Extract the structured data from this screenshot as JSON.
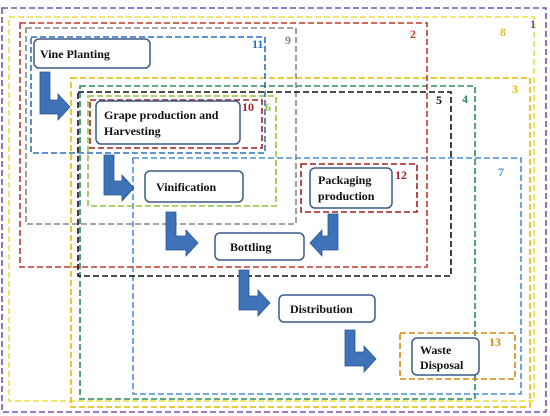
{
  "nodes": {
    "vine_planting": "Vine Planting",
    "grape_line1": "Grape production and",
    "grape_line2": "Harvesting",
    "vinification": "Vinification",
    "packaging_line1": "Packaging",
    "packaging_line2": "production",
    "bottling": "Bottling",
    "distribution": "Distribution",
    "waste_line1": "Waste",
    "waste_line2": "Disposal"
  },
  "boundaries": [
    {
      "number": "1",
      "color": "#7a4fb5"
    },
    {
      "number": "2",
      "color": "#c0392b"
    },
    {
      "number": "3",
      "color": "#e6b800"
    },
    {
      "number": "4",
      "color": "#2e8b57"
    },
    {
      "number": "5",
      "color": "#111111"
    },
    {
      "number": "6",
      "color": "#8fc43c"
    },
    {
      "number": "7",
      "color": "#4a90d9"
    },
    {
      "number": "8",
      "color": "#e8e040"
    },
    {
      "number": "9",
      "color": "#888888"
    },
    {
      "number": "10",
      "color": "#a32020"
    },
    {
      "number": "11",
      "color": "#2a6fbf"
    },
    {
      "number": "12",
      "color": "#a32020"
    },
    {
      "number": "13",
      "color": "#d4880f"
    }
  ],
  "colors": {
    "box_border": "#3c5a8a",
    "arrow_fill": "#3f73b8",
    "arrow_edge": "#2b5591"
  }
}
